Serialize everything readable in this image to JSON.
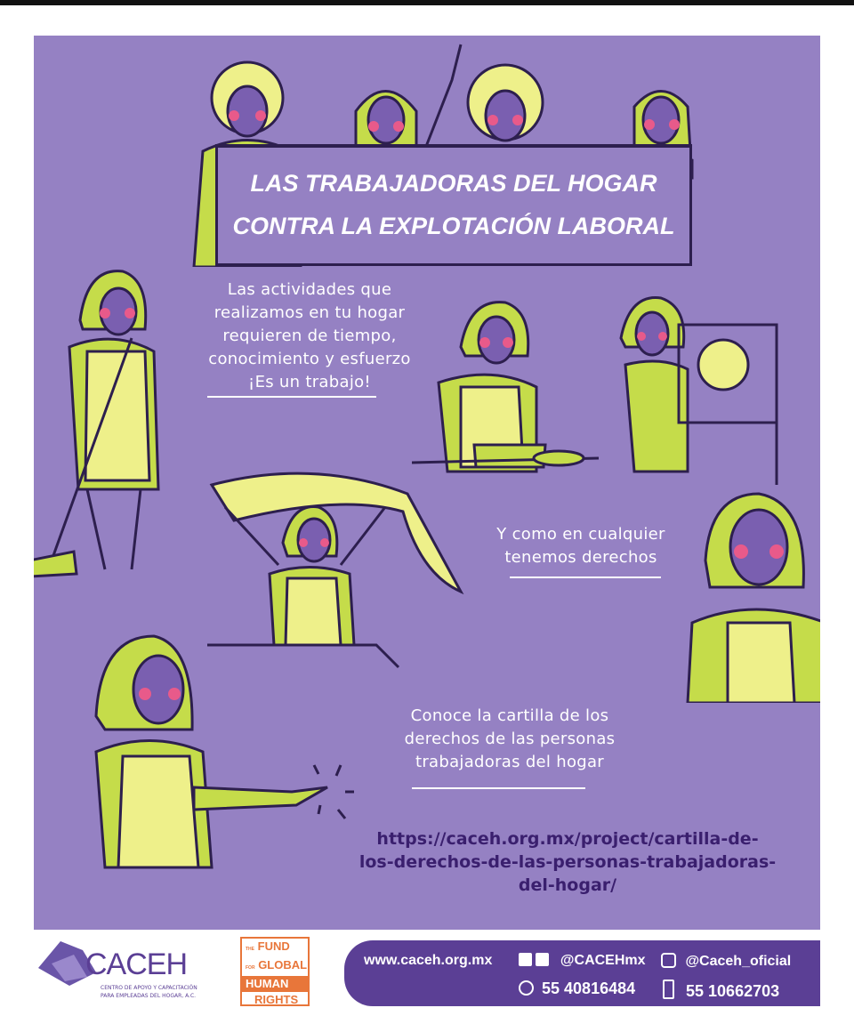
{
  "banner": {
    "line1": "LAS TRABAJADORAS DEL HOGAR",
    "line2": "CONTRA LA EXPLOTACIÓN LABORAL"
  },
  "text1": [
    "Las actividades que",
    "realizamos en tu hogar",
    "requieren de tiempo,",
    "conocimiento y esfuerzo",
    "¡Es un trabajo!"
  ],
  "text2": [
    "Y como en cualquier",
    "tenemos derechos"
  ],
  "text3": [
    "Conoce la cartilla de los",
    "derechos de las personas",
    "trabajadoras del hogar"
  ],
  "link": [
    "https://caceh.org.mx/project/cartilla-de-",
    "los-derechos-de-las-personas-trabajadoras-",
    "del-hogar/"
  ],
  "footer": {
    "caceh_logo": "CACEH",
    "caceh_sub1": "CENTRO DE APOYO Y CAPACITACIÓN",
    "caceh_sub2": "PARA EMPLEADAS DEL HOGAR, A.C.",
    "fund_logo": [
      "THE",
      "FUND",
      "FOR",
      "GLOBAL",
      "HUMAN",
      "RIGHTS"
    ],
    "website": "www.caceh.org.mx",
    "facebook_twitter": "@CACEHmx",
    "instagram": "@Caceh_oficial",
    "whatsapp": "55 40816484",
    "phone": "55 10662703"
  },
  "colors": {
    "background": "#9581c3",
    "figure_green": "#c5dc4a",
    "apron_yellow": "#eef08a",
    "outline": "#2d1f4e",
    "footer_pill": "#5b3f95",
    "fund_orange": "#e8763a"
  }
}
